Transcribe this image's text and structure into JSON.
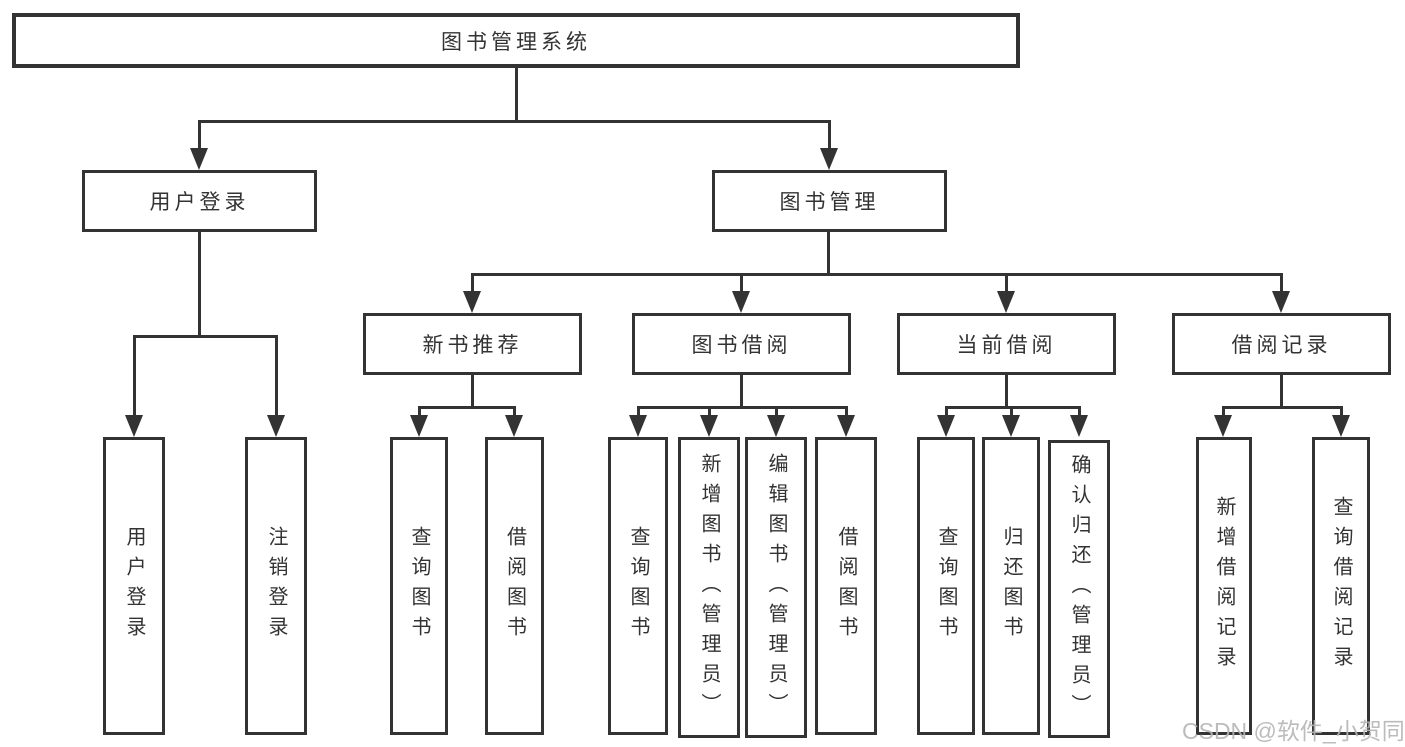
{
  "diagram": {
    "root": {
      "label": "图书管理系统"
    },
    "level2": [
      {
        "label": "用户登录"
      },
      {
        "label": "图书管理"
      }
    ],
    "level3": [
      {
        "label": "新书推荐"
      },
      {
        "label": "图书借阅"
      },
      {
        "label": "当前借阅"
      },
      {
        "label": "借阅记录"
      }
    ],
    "leaves": {
      "user": [
        {
          "label": "用户登录"
        },
        {
          "label": "注销登录"
        }
      ],
      "recommend": [
        {
          "label": "查询图书"
        },
        {
          "label": "借阅图书"
        }
      ],
      "borrow": [
        {
          "label": "查询图书"
        },
        {
          "label": "新增图书（管理员）"
        },
        {
          "label": "编辑图书（管理员）"
        },
        {
          "label": "借阅图书"
        }
      ],
      "current": [
        {
          "label": "查询图书"
        },
        {
          "label": "归还图书"
        },
        {
          "label": "确认归还（管理员）"
        }
      ],
      "records": [
        {
          "label": "新增借阅记录"
        },
        {
          "label": "查询借阅记录"
        }
      ]
    },
    "watermark": "CSDN @软件_小贺同学",
    "colors": {
      "line": "#333333",
      "text": "#333333",
      "watermark": "#b5b5b5",
      "background": "#ffffff"
    }
  }
}
